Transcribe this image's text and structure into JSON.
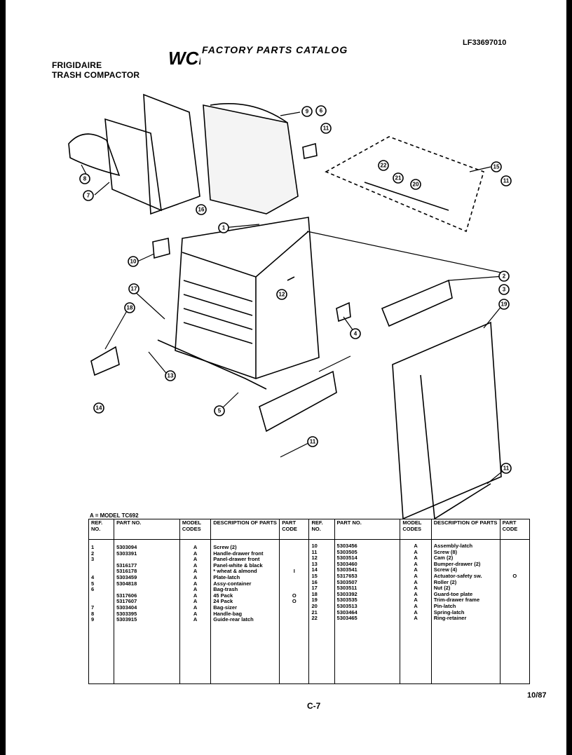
{
  "header": {
    "brand": "FRIGIDAIRE",
    "product": "TRASH COMPACTOR",
    "catalog_title": "FACTORY PARTS CATALOG",
    "logo_text": "WCI",
    "doc_number": "LF33697010"
  },
  "model_note": "A  =  MODEL TC692",
  "table": {
    "headers": {
      "ref_no": "REF. NO.",
      "part_no": "PART NO.",
      "model_codes": "MODEL CODES",
      "description": "DESCRIPTION OF PARTS",
      "part_code": "PART CODE"
    },
    "left": {
      "ref": [
        "1",
        "2",
        "3",
        "",
        "",
        "4",
        "5",
        "6",
        "",
        "",
        "7",
        "8",
        "9"
      ],
      "part": [
        "5303094",
        "5303391",
        "",
        "5316177",
        "5316178",
        "5303459",
        "5304818",
        "",
        "5317606",
        "5317607",
        "5303404",
        "5303395",
        "5303915"
      ],
      "model": [
        "A",
        "A",
        "A",
        "A",
        "A",
        "A",
        "A",
        "A",
        "A",
        "A",
        "A",
        "A",
        "A"
      ],
      "desc": [
        "Screw (2)",
        "Handle-drawer front",
        "Panel-drawer front",
        "Panel-white & black",
        "* wheat & almond",
        "Plate-latch",
        "Assy-container",
        "Bag-trash",
        "45 Pack",
        "24 Pack",
        "Bag-sizer",
        "Handle-bag",
        "Guide-rear latch"
      ],
      "code": [
        "",
        "",
        "",
        "",
        "I",
        "",
        "",
        "",
        "O",
        "O",
        "",
        "",
        ""
      ]
    },
    "right": {
      "ref": [
        "10",
        "11",
        "12",
        "13",
        "14",
        "15",
        "16",
        "17",
        "18",
        "19",
        "20",
        "21",
        "22"
      ],
      "part": [
        "5303456",
        "5303505",
        "5303514",
        "5303460",
        "5303541",
        "5317653",
        "5303507",
        "5303511",
        "5303392",
        "5303535",
        "5303513",
        "5303464",
        "5303465"
      ],
      "model": [
        "A",
        "A",
        "A",
        "A",
        "A",
        "A",
        "A",
        "A",
        "A",
        "A",
        "A",
        "A",
        "A"
      ],
      "desc": [
        "Assembly-latch",
        "Screw (8)",
        "Cam (2)",
        "Bumper-drawer (2)",
        "Screw (4)",
        "Actuator-safety sw.",
        "Roller (2)",
        "Nut (2)",
        "Guard-toe plate",
        "Trim-drawer frame",
        "Pin-latch",
        "Spring-latch",
        "Ring-retainer"
      ],
      "code": [
        "",
        "",
        "",
        "",
        "",
        "O",
        "",
        "",
        "",
        "",
        "",
        "",
        ""
      ]
    }
  },
  "callouts": [
    "9",
    "6",
    "11",
    "15",
    "11",
    "8",
    "7",
    "16",
    "1",
    "22",
    "21",
    "20",
    "10",
    "2",
    "3",
    "4",
    "19",
    "17",
    "18",
    "12",
    "14",
    "13",
    "5",
    "11",
    "11"
  ],
  "footer": {
    "page": "C-7",
    "date": "10/87"
  }
}
